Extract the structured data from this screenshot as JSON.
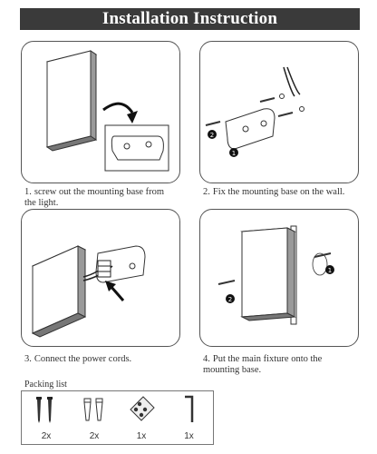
{
  "title": "Installation Instruction",
  "steps": [
    {
      "num": "1.",
      "text": "screw out the mounting base from",
      "text2": "the light."
    },
    {
      "num": "2.",
      "text": "Fix the mounting base on the wall.",
      "text2": ""
    },
    {
      "num": "3.",
      "text": "Connect the power cords.",
      "text2": ""
    },
    {
      "num": "4.",
      "text": "Put the main fixture onto the",
      "text2": "mounting base."
    }
  ],
  "callouts": {
    "one": "1",
    "two": "2"
  },
  "packing": {
    "label": "Packing list",
    "items": [
      {
        "icon": "screw-icon",
        "qty": "2x"
      },
      {
        "icon": "wall-anchor-icon",
        "qty": "2x"
      },
      {
        "icon": "connector-block-icon",
        "qty": "1x"
      },
      {
        "icon": "hex-key-icon",
        "qty": "1x"
      }
    ]
  }
}
